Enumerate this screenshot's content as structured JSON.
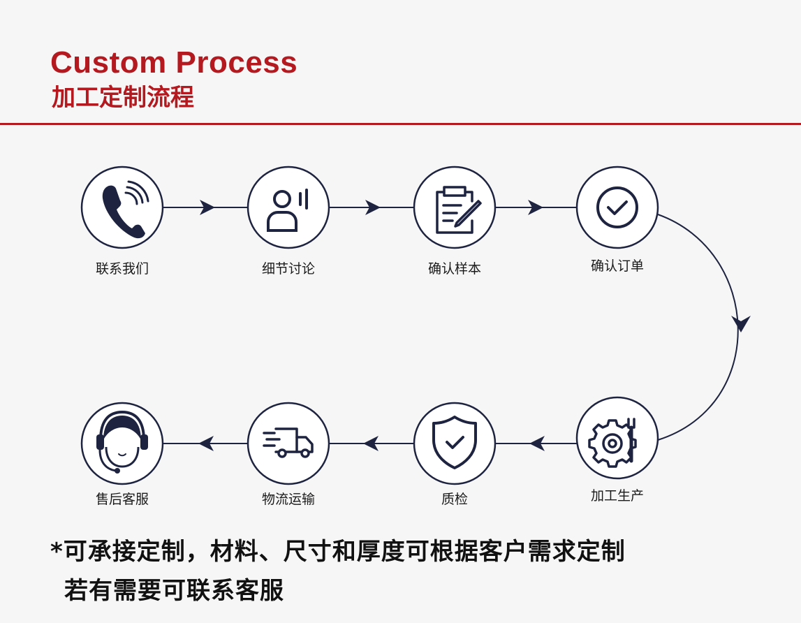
{
  "header": {
    "title_en": "Custom Process",
    "title_cn": "加工定制流程"
  },
  "steps": [
    {
      "label": "联系我们",
      "icon": "phone-icon"
    },
    {
      "label": "细节讨论",
      "icon": "speaking-person-icon"
    },
    {
      "label": "确认样本",
      "icon": "clipboard-pen-icon"
    },
    {
      "label": "确认订单",
      "icon": "check-circle-icon"
    },
    {
      "label": "加工生产",
      "icon": "gear-wrench-icon"
    },
    {
      "label": "质检",
      "icon": "shield-check-icon"
    },
    {
      "label": "物流运输",
      "icon": "delivery-truck-icon"
    },
    {
      "label": "售后客服",
      "icon": "headset-agent-icon"
    }
  ],
  "notes": {
    "line1": "*可承接定制，材料、尺寸和厚度可根据客户需求定制",
    "line2": "若有需要可联系客服"
  },
  "colors": {
    "accent": "#b3191f",
    "navy": "#1e2340",
    "circle_fill": "#ffffff"
  }
}
